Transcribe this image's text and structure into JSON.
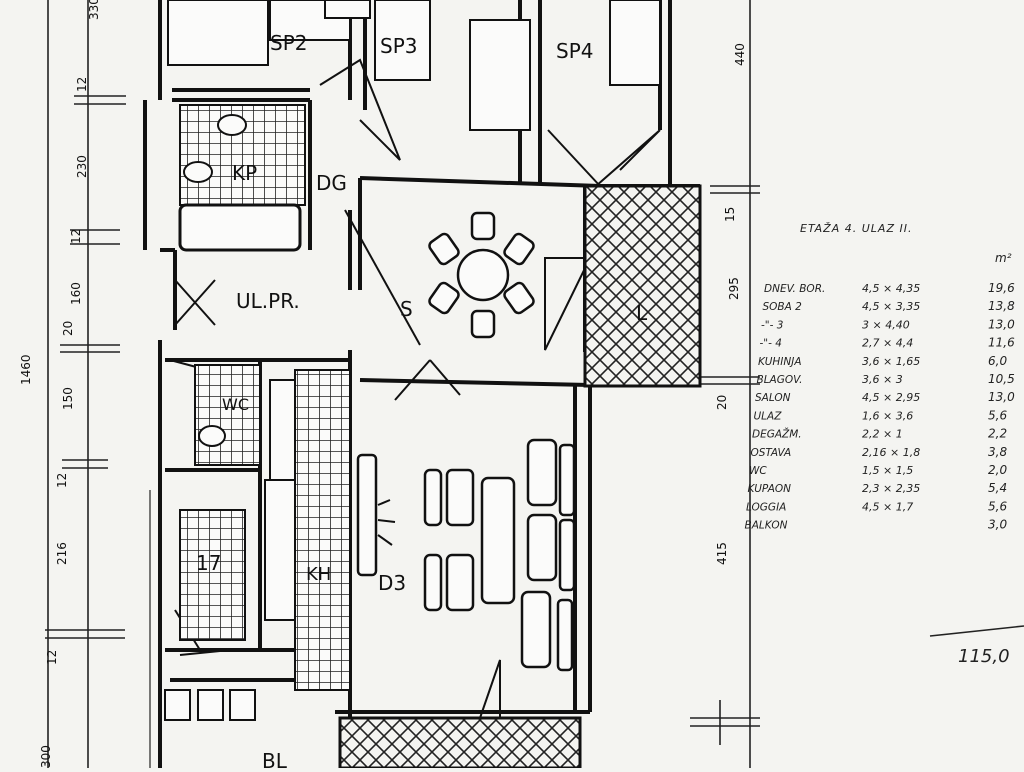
{
  "dimensions": {
    "overall": "1460",
    "d_330": "330",
    "d_12a": "12",
    "d_230": "230",
    "d_12b": "12",
    "d_160": "160",
    "d_20": "20",
    "d_150": "150",
    "d_12c": "12",
    "d_216": "216",
    "d_12d": "12",
    "d_300": "300",
    "right_440": "440",
    "right_15": "15",
    "right_295": "295",
    "right_20": "20",
    "right_415": "415"
  },
  "rooms": {
    "sp2": "SP2",
    "sp3": "SP3",
    "sp4": "SP4",
    "kp": "KP",
    "dg": "DG",
    "ulpr": "UL.PR.",
    "s": "S",
    "l": "L",
    "wc": "WC",
    "kh": "KH",
    "d3": "D3",
    "seventeen": "17",
    "bl": "BL"
  },
  "table": {
    "title": "ETAŽA 4. ULAZ II.",
    "unit": "m²",
    "rows": [
      {
        "name": "DNEV. BOR.",
        "dims": "4,5 × 4,35",
        "area": "19,6"
      },
      {
        "name": "SOBA 2",
        "dims": "4,5 × 3,35",
        "area": "13,8"
      },
      {
        "name": "-\"- 3",
        "dims": "3 × 4,40",
        "area": "13,0"
      },
      {
        "name": "-\"- 4",
        "dims": "2,7 × 4,4",
        "area": "11,6"
      },
      {
        "name": "KUHINJA",
        "dims": "3,6 × 1,65",
        "area": "6,0"
      },
      {
        "name": "BLAGOV.",
        "dims": "3,6 × 3",
        "area": "10,5"
      },
      {
        "name": "SALON",
        "dims": "4,5 × 2,95",
        "area": "13,0"
      },
      {
        "name": "ULAZ",
        "dims": "1,6 × 3,6",
        "area": "5,6"
      },
      {
        "name": "DEGAŽM.",
        "dims": "2,2 × 1",
        "area": "2,2"
      },
      {
        "name": "OSTAVA",
        "dims": "2,16 × 1,8",
        "area": "3,8"
      },
      {
        "name": "WC",
        "dims": "1,5 × 1,5",
        "area": "2,0"
      },
      {
        "name": "KUPAON",
        "dims": "2,3 × 2,35",
        "area": "5,4"
      },
      {
        "name": "LOGGIA",
        "dims": "4,5 × 1,7",
        "area": "5,6"
      },
      {
        "name": "BALKON",
        "dims": "",
        "area": "3,0"
      }
    ],
    "total": "115,0"
  }
}
